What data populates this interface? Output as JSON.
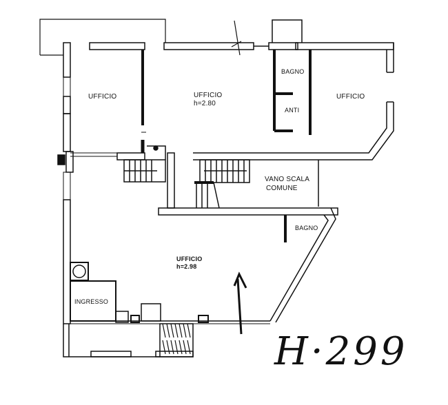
{
  "plan": {
    "rooms": [
      {
        "id": "ufficio-1",
        "label": "UFFICIO",
        "height_label": ""
      },
      {
        "id": "ufficio-2",
        "label": "UFFICIO",
        "height_label": "h=2.80"
      },
      {
        "id": "bagno-1",
        "label": "BAGNO",
        "height_label": ""
      },
      {
        "id": "anti",
        "label": "ANTI",
        "height_label": ""
      },
      {
        "id": "ufficio-3",
        "label": "UFFICIO",
        "height_label": ""
      },
      {
        "id": "vano-scala",
        "label": "VANO SCALA",
        "label_line2": "COMUNE"
      },
      {
        "id": "bagno-2",
        "label": "BAGNO",
        "height_label": ""
      },
      {
        "id": "ufficio-4",
        "label": "UFFICIO",
        "height_label": "h=2.98"
      },
      {
        "id": "ingresso",
        "label": "INGRESSO",
        "height_label": ""
      }
    ],
    "annotation": "H·299",
    "colors": {
      "ink": "#111111",
      "paper": "#ffffff"
    }
  }
}
